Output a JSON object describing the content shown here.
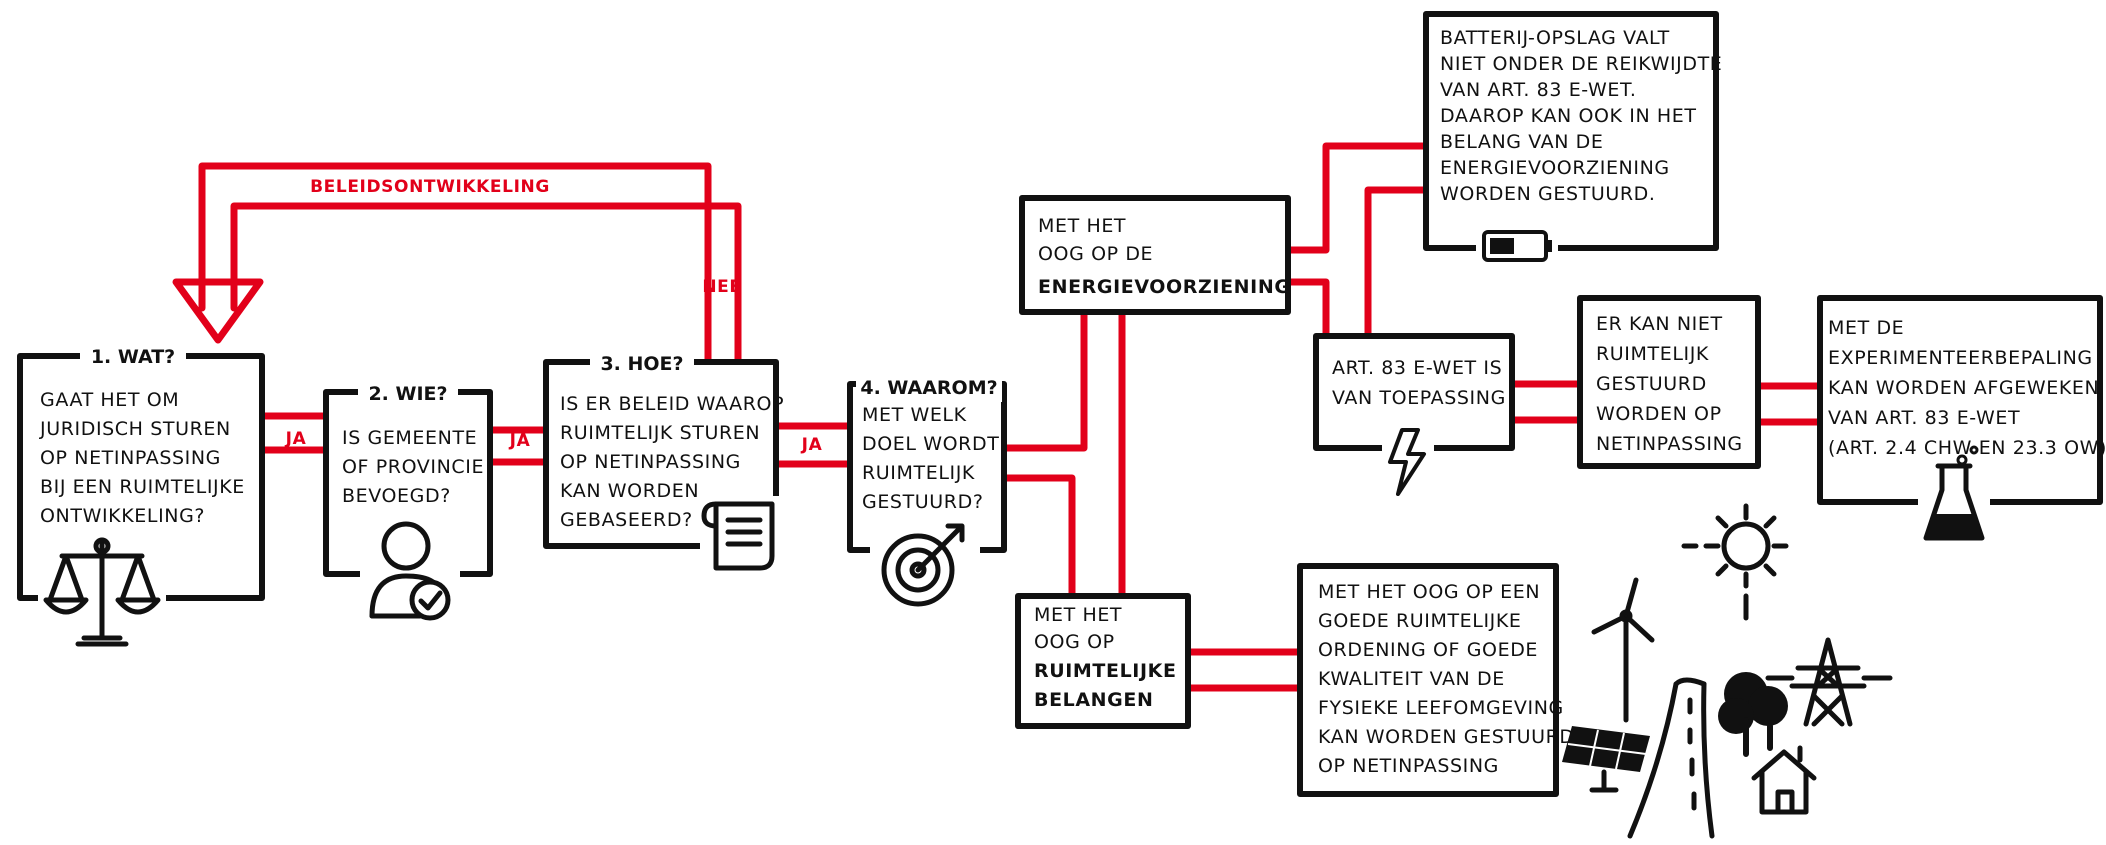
{
  "boxes": {
    "wat": {
      "header": "1. WAT?",
      "lines": [
        "GAAT HET OM",
        "JURIDISCH STUREN",
        "OP NETINPASSING",
        "BIJ EEN RUIMTELIJKE",
        "ONTWIKKELING?"
      ]
    },
    "wie": {
      "header": "2. WIE?",
      "lines": [
        "IS GEMEENTE",
        "OF PROVINCIE",
        "BEVOEGD?"
      ]
    },
    "hoe": {
      "header": "3. HOE?",
      "lines": [
        "IS ER BELEID WAAROP",
        "RUIMTELIJK STUREN",
        "OP NETINPASSING",
        "KAN WORDEN",
        "GEBASEERD?"
      ]
    },
    "waarom": {
      "header": "4. WAAROM?",
      "lines": [
        "MET WELK",
        "DOEL WORDT",
        "RUIMTELIJK",
        "GESTUURD?"
      ]
    },
    "energie": {
      "lines": [
        "MET HET",
        "OOG OP DE"
      ],
      "bold": "ENERGIEVOORZIENING"
    },
    "ruimtelijk": {
      "lines": [
        "MET HET",
        "OOG OP"
      ],
      "bold": [
        "RUIMTELIJKE",
        "BELANGEN"
      ]
    },
    "batterij": {
      "lines": [
        "BATTERIJ-OPSLAG VALT",
        "NIET ONDER DE REIKWIJDTE",
        "VAN ART. 83 E-WET.",
        "DAAROP KAN OOK IN HET",
        "BELANG VAN DE",
        "ENERGIEVOORZIENING",
        "WORDEN GESTUURD."
      ]
    },
    "art83": {
      "lines": [
        "ART. 83 E-WET IS",
        "VAN TOEPASSING"
      ]
    },
    "niet": {
      "lines": [
        "ER KAN NIET",
        "RUIMTELIJK",
        "GESTUURD",
        "WORDEN OP",
        "NETINPASSING"
      ]
    },
    "experiment": {
      "lines": [
        "MET DE",
        "EXPERIMENTEERBEPALING",
        "KAN WORDEN AFGEWEKEN",
        "VAN ART. 83 E-WET",
        "(ART. 2.4 CHW EN 23.3 OW)"
      ]
    },
    "ordening": {
      "lines": [
        "MET HET OOG OP EEN",
        "GOEDE RUIMTELIJKE",
        "ORDENING OF GOEDE",
        "KWALITEIT VAN DE",
        "FYSIEKE LEEFOMGEVING",
        "KAN WORDEN GESTUURD",
        "OP NETINPASSING"
      ]
    }
  },
  "connectors": {
    "ja_1": "JA",
    "ja_2": "JA",
    "ja_3": "JA",
    "nee": "NEE",
    "beleid": "BELEIDSONTWIKKELING"
  },
  "icons": [
    "scales-icon",
    "verified-user-icon",
    "scroll-document-icon",
    "target-arrow-icon",
    "battery-icon",
    "lightning-icon",
    "flask-icon",
    "sun-icon",
    "wind-turbine-icon",
    "solar-panel-icon",
    "road-icon",
    "trees-icon",
    "pylon-icon",
    "house-icon"
  ],
  "colors": {
    "accent": "#e2001a",
    "ink": "#111111",
    "background": "#ffffff"
  }
}
